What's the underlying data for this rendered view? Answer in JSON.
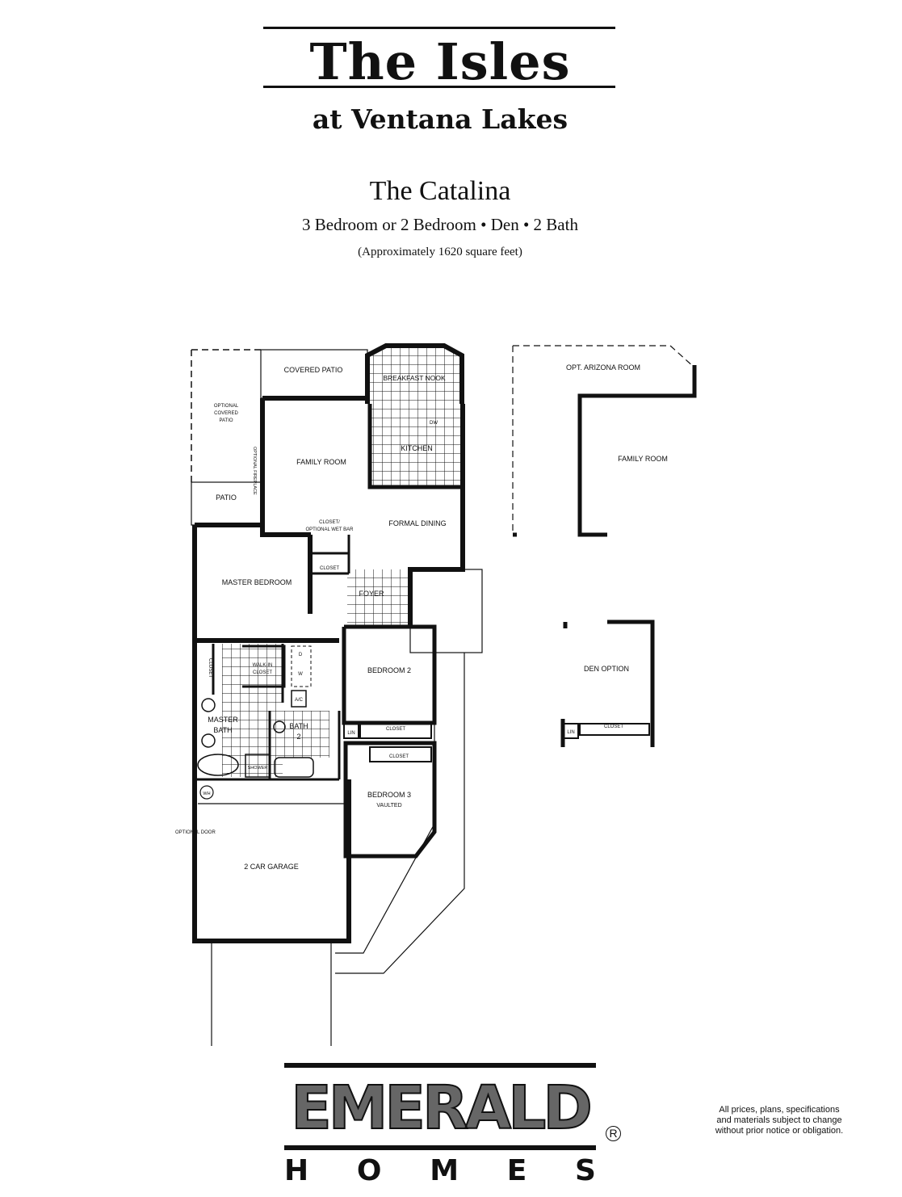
{
  "header": {
    "community": "The Isles",
    "location": "at Ventana Lakes",
    "model": "The Catalina",
    "configuration": "3 Bedroom or 2 Bedroom • Den • 2 Bath",
    "size": "(Approximately 1620 square feet)"
  },
  "plan": {
    "rooms": {
      "covered_patio": "COVERED PATIO",
      "breakfast_nook": "BREAKFAST NOOK",
      "optional_covered_patio": [
        "OPTIONAL",
        "COVERED",
        "PATIO"
      ],
      "dw": "DW",
      "optional_fireplace": "OPTIONAL FIREPLACE",
      "family_room": "FAMILY ROOM",
      "kitchen": "KITCHEN",
      "patio": "PATIO",
      "closet_wet_bar": [
        "CLOSET/",
        "OPTIONAL WET BAR"
      ],
      "formal_dining": "FORMAL DINING",
      "closet": "CLOSET",
      "master_bedroom": "MASTER BEDROOM",
      "foyer": "FOYER",
      "walk_in_closet": [
        "WALK-IN",
        "CLOSET"
      ],
      "dryer": "D",
      "washer": "W",
      "bedroom_2": "BEDROOM 2",
      "ac": "A/C",
      "master_bath": [
        "MASTER",
        "BATH"
      ],
      "bath_2": [
        "BATH",
        "2"
      ],
      "lin": "LIN",
      "shower": "SHOWER",
      "bedroom_3": "BEDROOM 3",
      "vaulted": "VAULTED",
      "wh": "WH",
      "optional_door": "OPTIONAL DOOR",
      "garage": "2 CAR GARAGE"
    },
    "options": {
      "arizona_room": "OPT. ARIZONA ROOM",
      "family_room": "FAMILY ROOM",
      "den_option": "DEN OPTION",
      "lin": "LIN",
      "closet": "CLOSET"
    }
  },
  "footer": {
    "logo_main": "EMERALD",
    "logo_sub": [
      "H",
      "O",
      "M",
      "E",
      "S"
    ],
    "registered": "R",
    "disclaimer": [
      "All prices, plans, specifications",
      "and materials subject to change",
      "without prior notice or obligation."
    ]
  }
}
